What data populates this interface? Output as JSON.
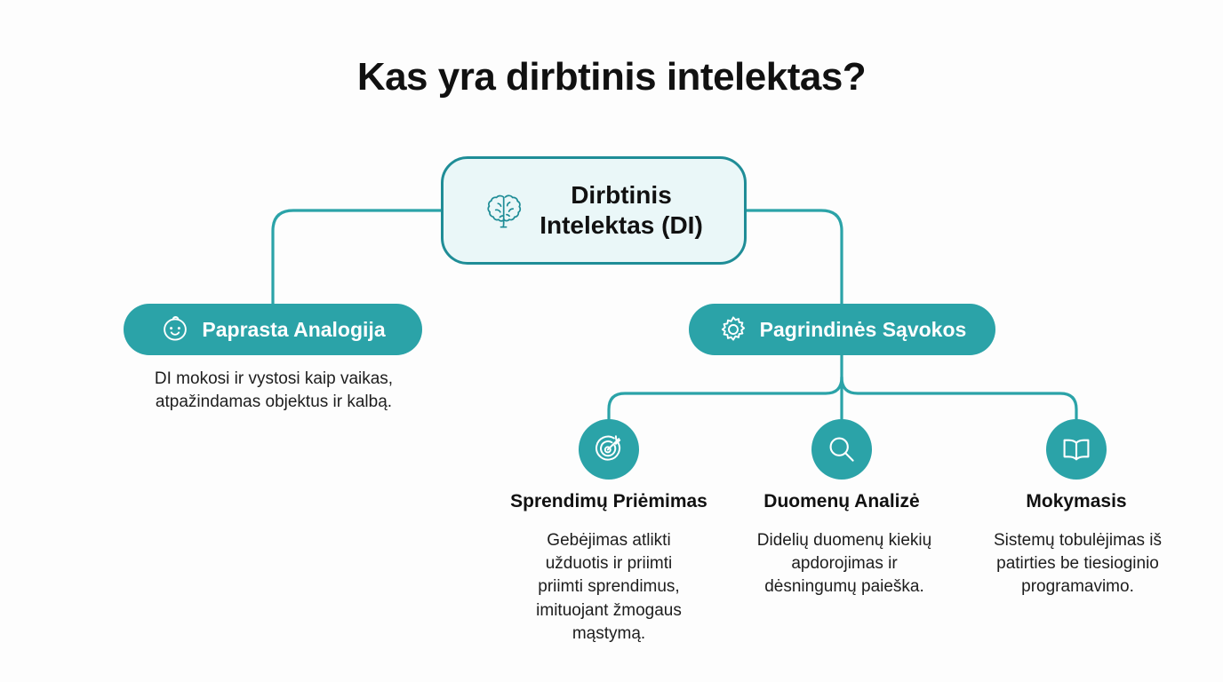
{
  "page": {
    "title": "Kas yra dirbtinis intelektas?",
    "background_color": "#fdfdfd",
    "accent_color": "#2ba3a8",
    "accent_border_color": "#1f8d97",
    "root_fill_color": "#eaf7f8",
    "text_color": "#111111"
  },
  "diagram": {
    "type": "mind-map",
    "root": {
      "label": "Dirbtinis\nIntelektas (DI)",
      "icon": "brain-icon"
    },
    "branches": [
      {
        "id": "analogy",
        "label": "Paprasta Analogija",
        "icon": "baby-face-icon",
        "description": "DI mokosi ir vystosi kaip vaikas,\natpažindamas objektus ir kalbą.",
        "side": "left"
      },
      {
        "id": "concepts",
        "label": "Pagrindinės Sąvokos",
        "icon": "gear-icon",
        "description": "",
        "side": "right",
        "children": [
          {
            "id": "decision",
            "label": "Sprendimų Priėmimas",
            "icon": "target-icon",
            "description": "Gebėjimas atlikti\nužduotis ir priimti\npriimti sprendimus,\nimituojant žmogaus\nmąstymą."
          },
          {
            "id": "analysis",
            "label": "Duomenų Analizė",
            "icon": "magnifier-icon",
            "description": "Didelių duomenų kiekių\napdorojimas ir\ndėsningumų paieška."
          },
          {
            "id": "learning",
            "label": "Mokymasis",
            "icon": "open-book-icon",
            "description": "Sistemų tobulėjimas iš\npatirties be tiesioginio\nprogramavimo."
          }
        ]
      }
    ]
  }
}
